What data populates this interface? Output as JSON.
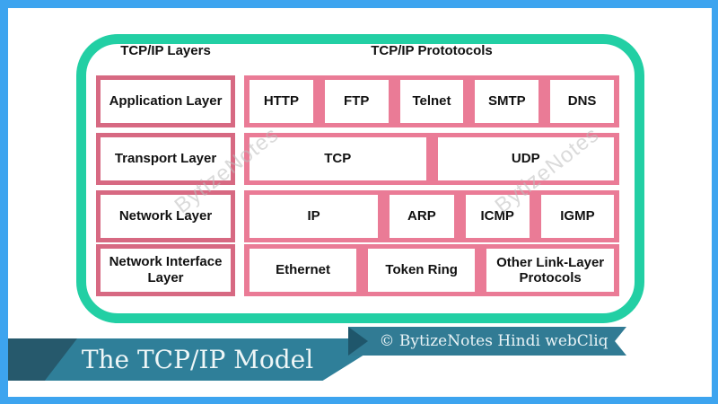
{
  "diagram": {
    "layers_header": "TCP/IP Layers",
    "protocols_header": "TCP/IP Prototocols",
    "rows": [
      {
        "layer": "Application Layer",
        "cells": [
          {
            "label": "HTTP"
          },
          {
            "label": "FTP"
          },
          {
            "label": "Telnet"
          },
          {
            "label": "SMTP"
          },
          {
            "label": "DNS"
          }
        ]
      },
      {
        "layer": "Transport Layer",
        "cells": [
          {
            "label": "TCP"
          },
          {
            "label": "UDP"
          }
        ]
      },
      {
        "layer": "Network Layer",
        "cells": [
          {
            "label": "IP"
          },
          {
            "label": "ARP"
          },
          {
            "label": "ICMP"
          },
          {
            "label": "IGMP"
          }
        ]
      },
      {
        "layer": "Network Interface Layer",
        "cells": [
          {
            "label": "Ethernet"
          },
          {
            "label": "Token Ring"
          },
          {
            "label": "Other Link-Layer Protocols"
          }
        ]
      }
    ]
  },
  "watermark": {
    "text": "BytizeNotes"
  },
  "banner": {
    "title": "The TCP/IP Model"
  },
  "ribbon": {
    "credit": "© BytizeNotes Hindi webCliq"
  },
  "colors": {
    "frame_blue": "#3da4ef",
    "container_teal": "#22cfa4",
    "strip_pink": "#ea7b96",
    "layer_border_pink": "#d76982",
    "banner_teal": "#2f7f99",
    "banner_dark_teal": "#26596c",
    "ribbon_teal": "#317b94",
    "ribbon_fold_dark": "#1f566b"
  }
}
